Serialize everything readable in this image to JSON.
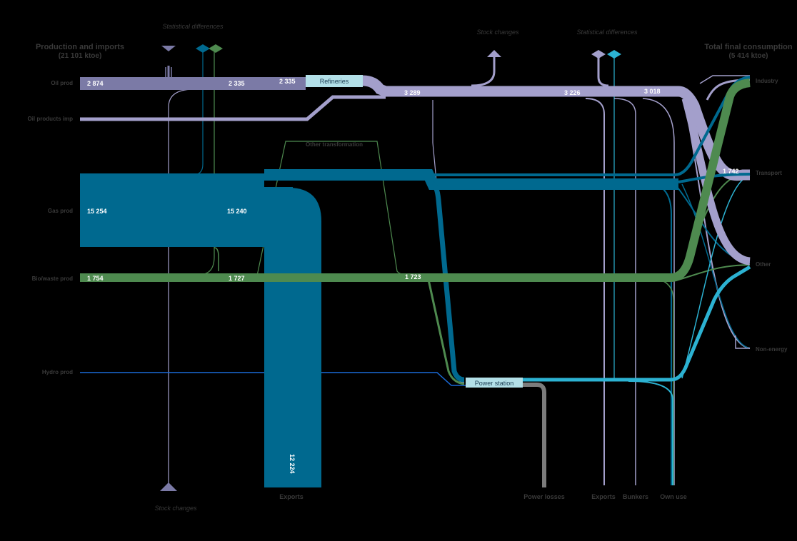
{
  "header": {
    "production_title": "Production and imports",
    "production_total": "(21 101 ktoe)",
    "consumption_title": "Total final consumption",
    "consumption_total": "(5 414 ktoe)",
    "stat_diff_left": "Statistical differences",
    "stat_diff_right": "Statistical differences",
    "stock_changes_top": "Stock  changes",
    "stock_changes_bottom": "Stock changes"
  },
  "sources": {
    "oil_prod": "Oil prod",
    "oil_products_imp": "Oil products imp",
    "gas_prod": "Gas prod",
    "biowaste_prod": "Bio/waste prod",
    "hydro_prod": "Hydro prod"
  },
  "transformations": {
    "refineries": "Refineries",
    "other_transformation": "Other transformation",
    "power_station": "Power station"
  },
  "sinks": {
    "industry": "Industry",
    "transport": "Transport",
    "other": "Other",
    "non_energy": "Non-energy",
    "exports_gas": "Exports",
    "power_losses": "Power losses",
    "exports_oil": "Exports",
    "bunkers": "Bunkers",
    "own_use": "Own use"
  },
  "values": {
    "oil_prod_start": "2 874",
    "oil_prod_mid": "2 335",
    "refinery_in": "2 335",
    "oil_after_refinery": "3 289",
    "oil_mid": "3 226",
    "oil_end": "3 018",
    "transport": "1 742",
    "gas_start": "15 254",
    "gas_mid": "15 240",
    "gas_exports": "12 224",
    "bio_start": "1 754",
    "bio_mid": "1 727",
    "bio_after": "1 723"
  },
  "colors": {
    "background": "#000000",
    "oil_crude": "#7b7aa6",
    "oil_products": "#a39fcb",
    "gas": "#00698f",
    "biowaste": "#4e8a4f",
    "electricity": "#2cb2d2",
    "hydro": "#1a6ad8",
    "losses": "#7c7c7c",
    "refinery_box": "#b3e0e8",
    "label_dark": "#3a3a3a"
  }
}
